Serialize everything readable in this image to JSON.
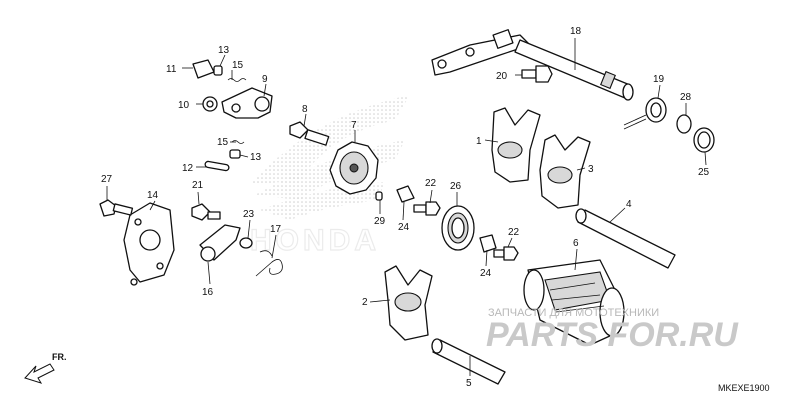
{
  "diagram_code": "MKEXE1900",
  "front_marker": "FR.",
  "watermark": {
    "caption": "ЗАПЧАСТИ ДЛЯ МОТОТЕХНИКИ",
    "logo": "PARTS FOR.RU",
    "brand": "HONDA"
  },
  "callouts": {
    "p1": "1",
    "p2": "2",
    "p3": "3",
    "p4": "4",
    "p5": "5",
    "p6": "6",
    "p7": "7",
    "p8": "8",
    "p9": "9",
    "p10": "10",
    "p11": "11",
    "p12": "12",
    "p13a": "13",
    "p13b": "13",
    "p14": "14",
    "p15a": "15",
    "p15b": "15",
    "p16": "16",
    "p17": "17",
    "p18": "18",
    "p19": "19",
    "p20": "20",
    "p21": "21",
    "p22a": "22",
    "p22b": "22",
    "p23": "23",
    "p24a": "24",
    "p24b": "24",
    "p25": "25",
    "p26": "26",
    "p27": "27",
    "p28": "28",
    "p29": "29"
  }
}
